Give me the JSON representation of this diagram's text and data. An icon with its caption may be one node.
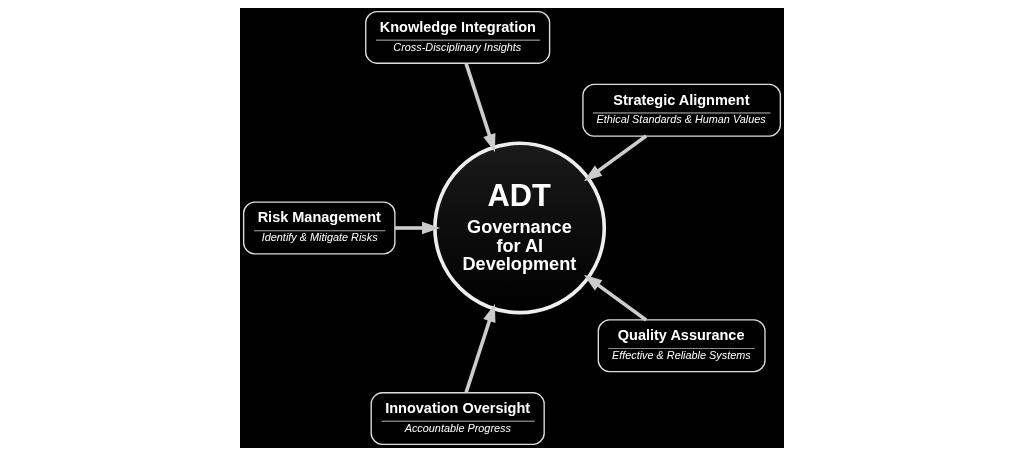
{
  "diagram": {
    "nodes": [
      {
        "text": [
          "Strategic Alignment",
          "Ethical Standards & Human Values"
        ]
      },
      {
        "text": [
          "Knowledge Integration",
          "Cross-Disciplinary Insights"
        ]
      },
      {
        "text": [
          "ADT",
          "Governance for AI Development"
        ]
      },
      {
        "text": [
          "Risk Management",
          "Identify & Mitigate Risks"
        ]
      },
      {
        "text": [
          "Innovation Oversight",
          "Accountable Progress"
        ]
      },
      {
        "text": [
          "Quality Assurance",
          "Effective & Reliable Systems"
        ]
      }
    ],
    "edges": [
      {
        "from": 0,
        "to": 2,
        "arrow": "to"
      },
      {
        "from": 1,
        "to": 2,
        "arrow": "to"
      },
      {
        "from": 3,
        "to": 2,
        "arrow": "to"
      },
      {
        "from": 4,
        "to": 2,
        "arrow": "to"
      },
      {
        "from": 5,
        "to": 2,
        "arrow": "to"
      }
    ]
  }
}
